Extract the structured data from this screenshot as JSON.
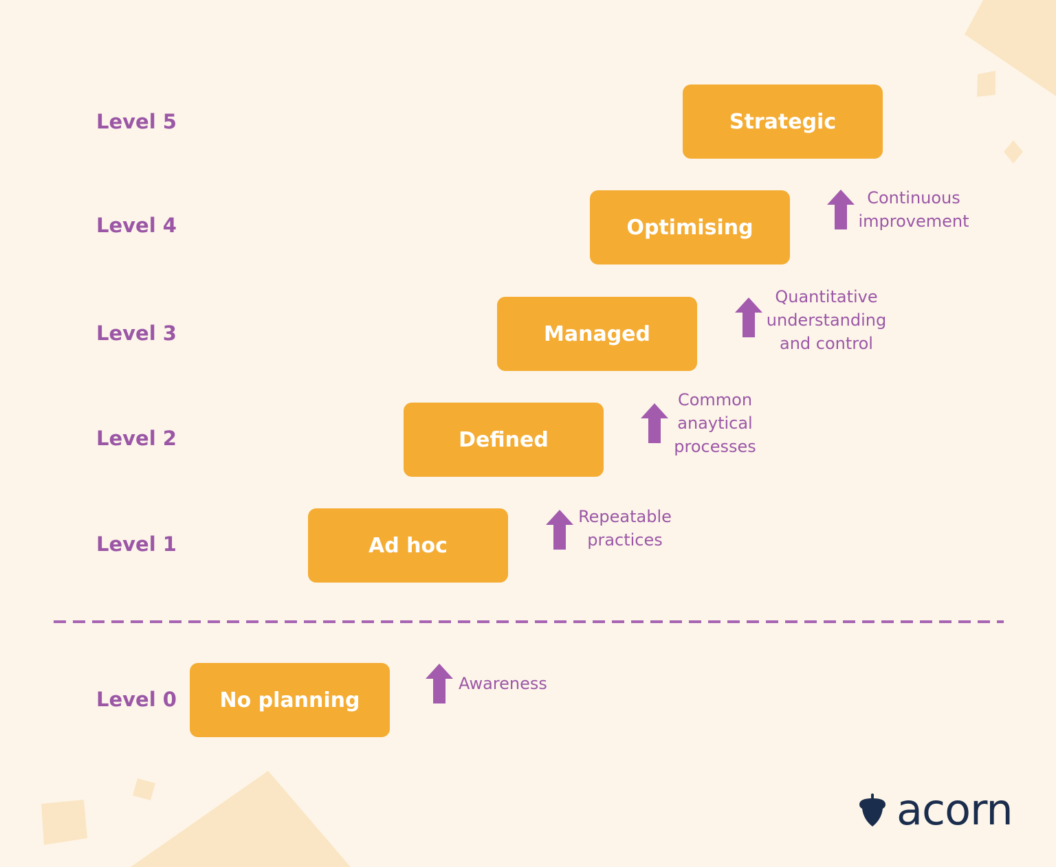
{
  "colors": {
    "background": "#FDF5EA",
    "box": "#F4AC33",
    "accent": "#9B57A6",
    "logo": "#1B2D4D",
    "decor": "#FAE6C4"
  },
  "levels": [
    {
      "label": "Level 5",
      "stage": "Strategic",
      "note": []
    },
    {
      "label": "Level 4",
      "stage": "Optimising",
      "note": [
        "Continuous",
        "improvement"
      ]
    },
    {
      "label": "Level 3",
      "stage": "Managed",
      "note": [
        "Quantitative",
        "understanding",
        "and control"
      ]
    },
    {
      "label": "Level 2",
      "stage": "Defined",
      "note": [
        "Common",
        "anaytical",
        "processes"
      ]
    },
    {
      "label": "Level 1",
      "stage": "Ad hoc",
      "note": [
        "Repeatable",
        "practices"
      ]
    },
    {
      "label": "Level 0",
      "stage": "No planning",
      "note": [
        "Awareness"
      ]
    }
  ],
  "logo": {
    "text": "acorn",
    "icon": "acorn-icon"
  }
}
